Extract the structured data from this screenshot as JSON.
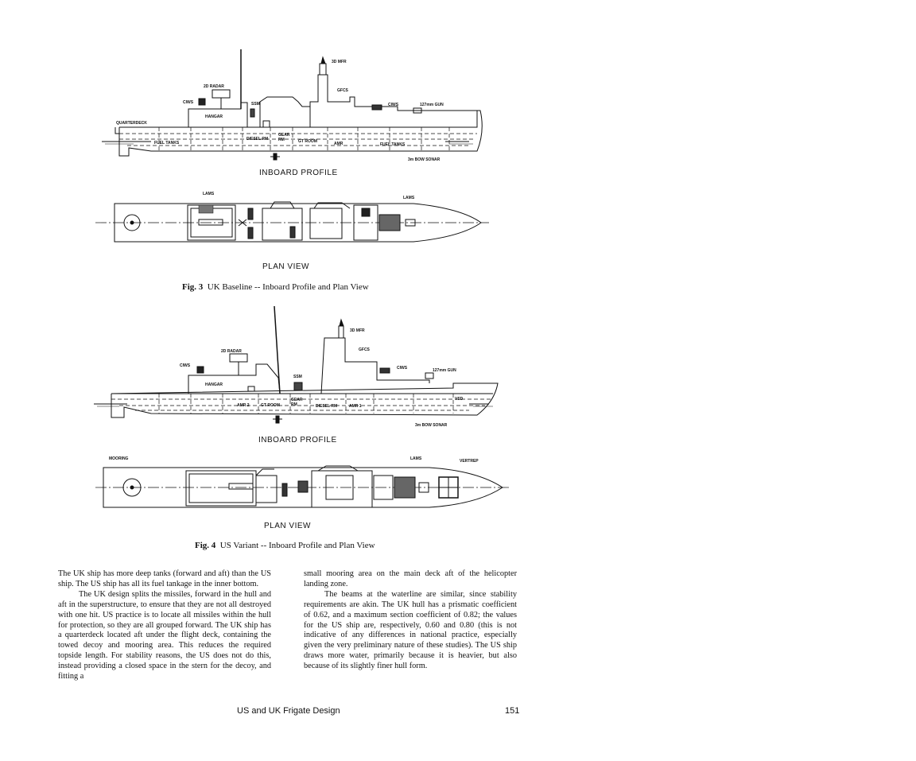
{
  "fig3": {
    "profile": {
      "title": "INBOARD PROFILE",
      "labels": {
        "mfr": "3D MFR",
        "radar2d": "2D RADAR",
        "gfcs": "GFCS",
        "ciws_aft": "CIWS",
        "ciws_fwd": "CIWS",
        "hangar": "HANGAR",
        "ssm": "SSM",
        "gun": "127mm GUN",
        "quarterdeck": "QUARTERDECK",
        "fuel_aft": "FUEL TANKS",
        "diesel": "DIESEL RM",
        "gear": "GEAR RM",
        "gt": "GT ROOM",
        "amr": "AMR",
        "fuel_fwd": "FUEL TANKS",
        "sonar": "3m BOW SONAR"
      }
    },
    "plan": {
      "title": "PLAN VIEW",
      "lam_aft": "LAMS",
      "lam_fwd": "LAMS"
    },
    "caption_num": "Fig. 3",
    "caption_text": "UK Baseline -- Inboard Profile and Plan View"
  },
  "fig4": {
    "profile": {
      "title": "INBOARD PROFILE",
      "labels": {
        "mfr": "3D MFR",
        "radar2d": "2D RADAR",
        "gfcs": "GFCS",
        "ciws_aft": "CIWS",
        "ciws_fwd": "CIWS",
        "hangar": "HANGAR",
        "ssm": "SSM",
        "gun": "127mm GUN",
        "amr2": "AMR 2",
        "gt": "GT ROOM",
        "gear": "GEAR RM",
        "diesel": "DIESEL RM",
        "amr1": "AMR 1",
        "vsd": "VSD",
        "sonar": "3m BOW SONAR"
      }
    },
    "plan": {
      "title": "PLAN VIEW",
      "mooring": "MOORING",
      "lam": "LAMS",
      "vertrep": "VERTREP"
    },
    "caption_num": "Fig. 4",
    "caption_text": "US Variant -- Inboard Profile and Plan View"
  },
  "body": {
    "left_col": {
      "p1": "The UK ship has more deep tanks (forward and aft) than the US ship. The US ship has all its fuel tankage in the inner bottom.",
      "p2": "The UK design splits the missiles, forward in the hull and aft in the superstructure, to ensure that they are not all destroyed with one hit. US practice is to locate all missiles within the hull for protection, so they are all grouped forward. The UK ship has a quarterdeck located aft under the flight deck, containing the towed decoy and mooring area. This reduces the required topside length. For stability reasons, the US does not do this, instead providing a closed space in the stern for the decoy, and fitting a"
    },
    "right_col": {
      "p1": "small mooring area on the main deck aft of the helicopter landing zone.",
      "p2": "The beams at the waterline are similar, since stability requirements are akin. The UK hull has a prismatic coefficient of 0.62, and a maximum section coefficient of 0.82; the values for the US ship are, respectively, 0.60 and 0.80 (this is not indicative of any differences in national practice, especially given the very preliminary nature of these studies). The US ship draws more water, primarily because it is heavier, but also because of its slightly finer hull form."
    }
  },
  "footer": {
    "title": "US and UK Frigate Design",
    "page": "151"
  }
}
